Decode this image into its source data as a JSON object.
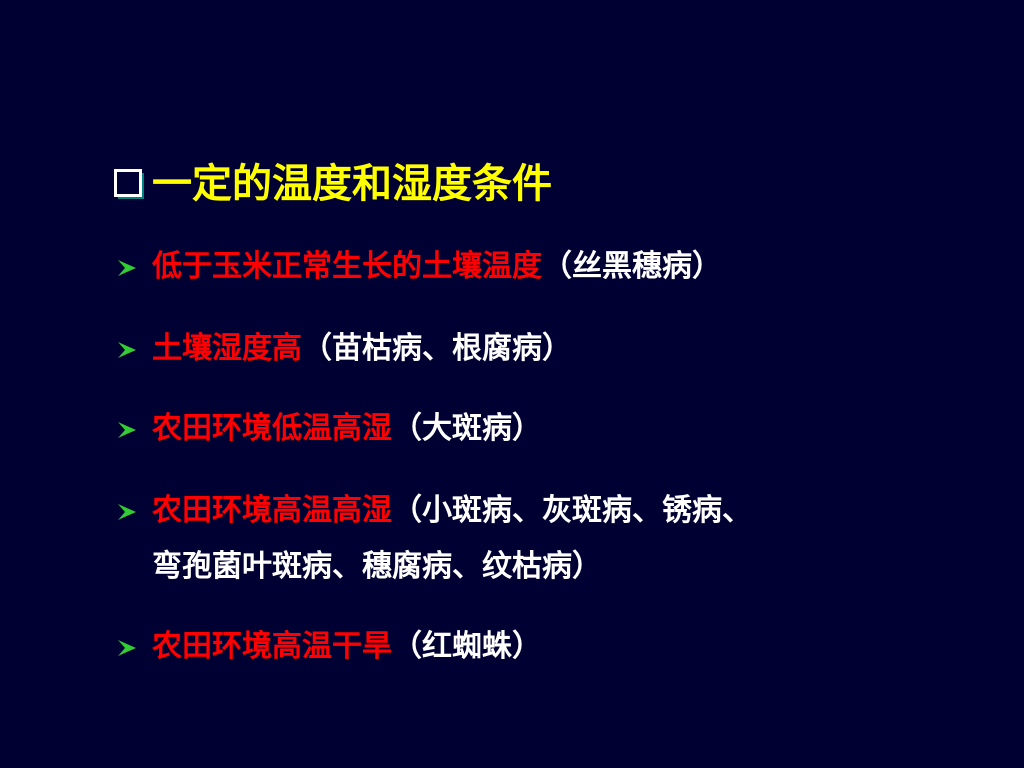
{
  "colors": {
    "background": "#000033",
    "title": "#ffff00",
    "highlight": "#ff0000",
    "text": "#ffffff",
    "bullet_arrow": "#33cc33",
    "checkbox_shadow": "#008080"
  },
  "slide": {
    "title": "一定的温度和湿度条件",
    "bullets": [
      {
        "main": "低于玉米正常生长的土壤温度",
        "note": "（丝黑穗病）"
      },
      {
        "main": "土壤湿度高",
        "note": "（苗枯病、根腐病）"
      },
      {
        "main": "农田环境低温高湿",
        "note": "（大斑病）"
      },
      {
        "main": "农田环境高温高湿",
        "note": "（小斑病、灰斑病、锈病、",
        "note_cont": "弯孢菌叶斑病、穗腐病、纹枯病）"
      },
      {
        "main": "农田环境高温干旱",
        "note": "（红蜘蛛）"
      }
    ]
  }
}
